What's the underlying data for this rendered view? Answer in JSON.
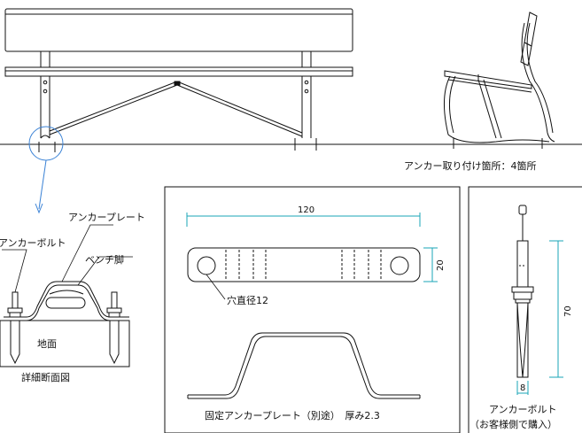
{
  "labels": {
    "anchor_spots": "アンカー取り付け箇所：4箇所",
    "anchor_plate": "アンカープレート",
    "anchor_bolt": "アンカーボルト",
    "bench_leg": "ベンチ脚",
    "ground": "地面",
    "detail_section": "詳細断面図",
    "hole_diameter": "穴直径12",
    "fixed_plate": "固定アンカープレート（別途）　厚み2.3",
    "bolt_title": "アンカーボルト",
    "bolt_note": "（お客様側で購入）"
  },
  "dimensions": {
    "plate_length": "120",
    "plate_width": "20",
    "bolt_length": "70",
    "bolt_diameter": "8"
  },
  "colors": {
    "line": "#111111",
    "dimension": "#1aa6b7",
    "callout": "#3b83d6"
  }
}
